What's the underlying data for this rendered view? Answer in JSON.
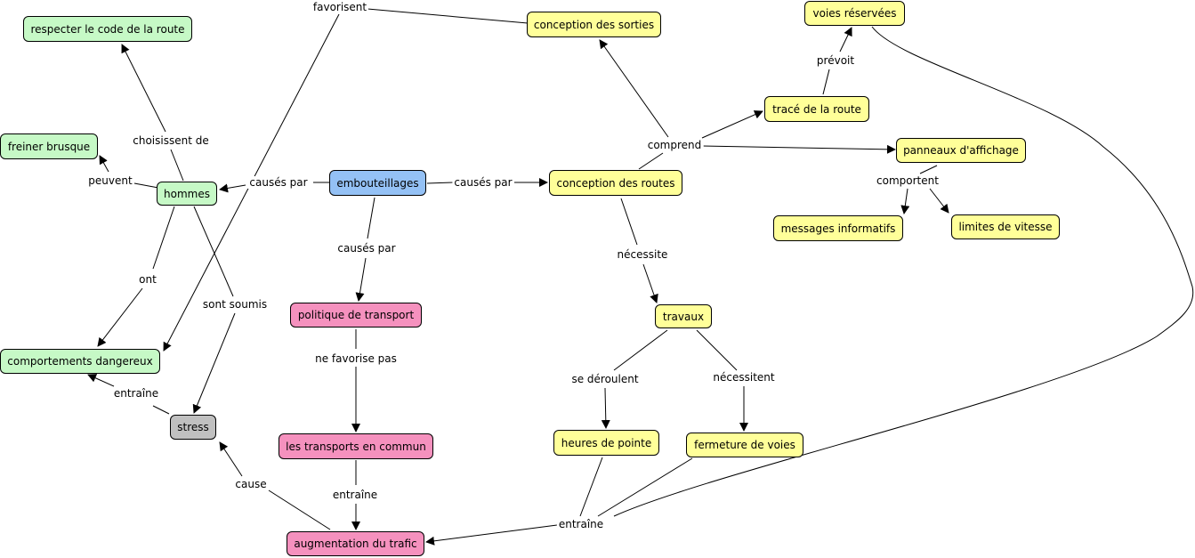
{
  "nodes": {
    "respecter": "respecter le code de la route",
    "freiner": "freiner brusque",
    "hommes": "hommes",
    "comportements": "comportements dangereux",
    "stress": "stress",
    "embouteillages": "embouteillages",
    "politique": "politique de transport",
    "transports_commun": "les transports en commun",
    "augmentation": "augmentation du trafic",
    "conception_sorties": "conception des sorties",
    "conception_routes": "conception des routes",
    "voies_reservees": "voies réservées",
    "trace_route": "tracé de la route",
    "panneaux": "panneaux d'affichage",
    "messages": "messages informatifs",
    "limites": "limites de vitesse",
    "travaux": "travaux",
    "heures_pointe": "heures de pointe",
    "fermeture": "fermeture de voies"
  },
  "links": {
    "favorisent": "favorisent",
    "choisissent_de": "choisissent de",
    "peuvent": "peuvent",
    "causes_par_left": "causés par",
    "causes_par_right": "causés par",
    "causes_par_down": "causés par",
    "ont": "ont",
    "sont_soumis": "sont soumis",
    "entraine_stress": "entraîne",
    "ne_favorise_pas": "ne favorise pas",
    "entraine_transports": "entraîne",
    "cause": "cause",
    "comprend": "comprend",
    "prevoit": "prévoit",
    "comportent": "comportent",
    "necessite": "nécessite",
    "se_deroulent": "se déroulent",
    "necessitent": "nécessitent",
    "entraine_bottom": "entraîne"
  }
}
